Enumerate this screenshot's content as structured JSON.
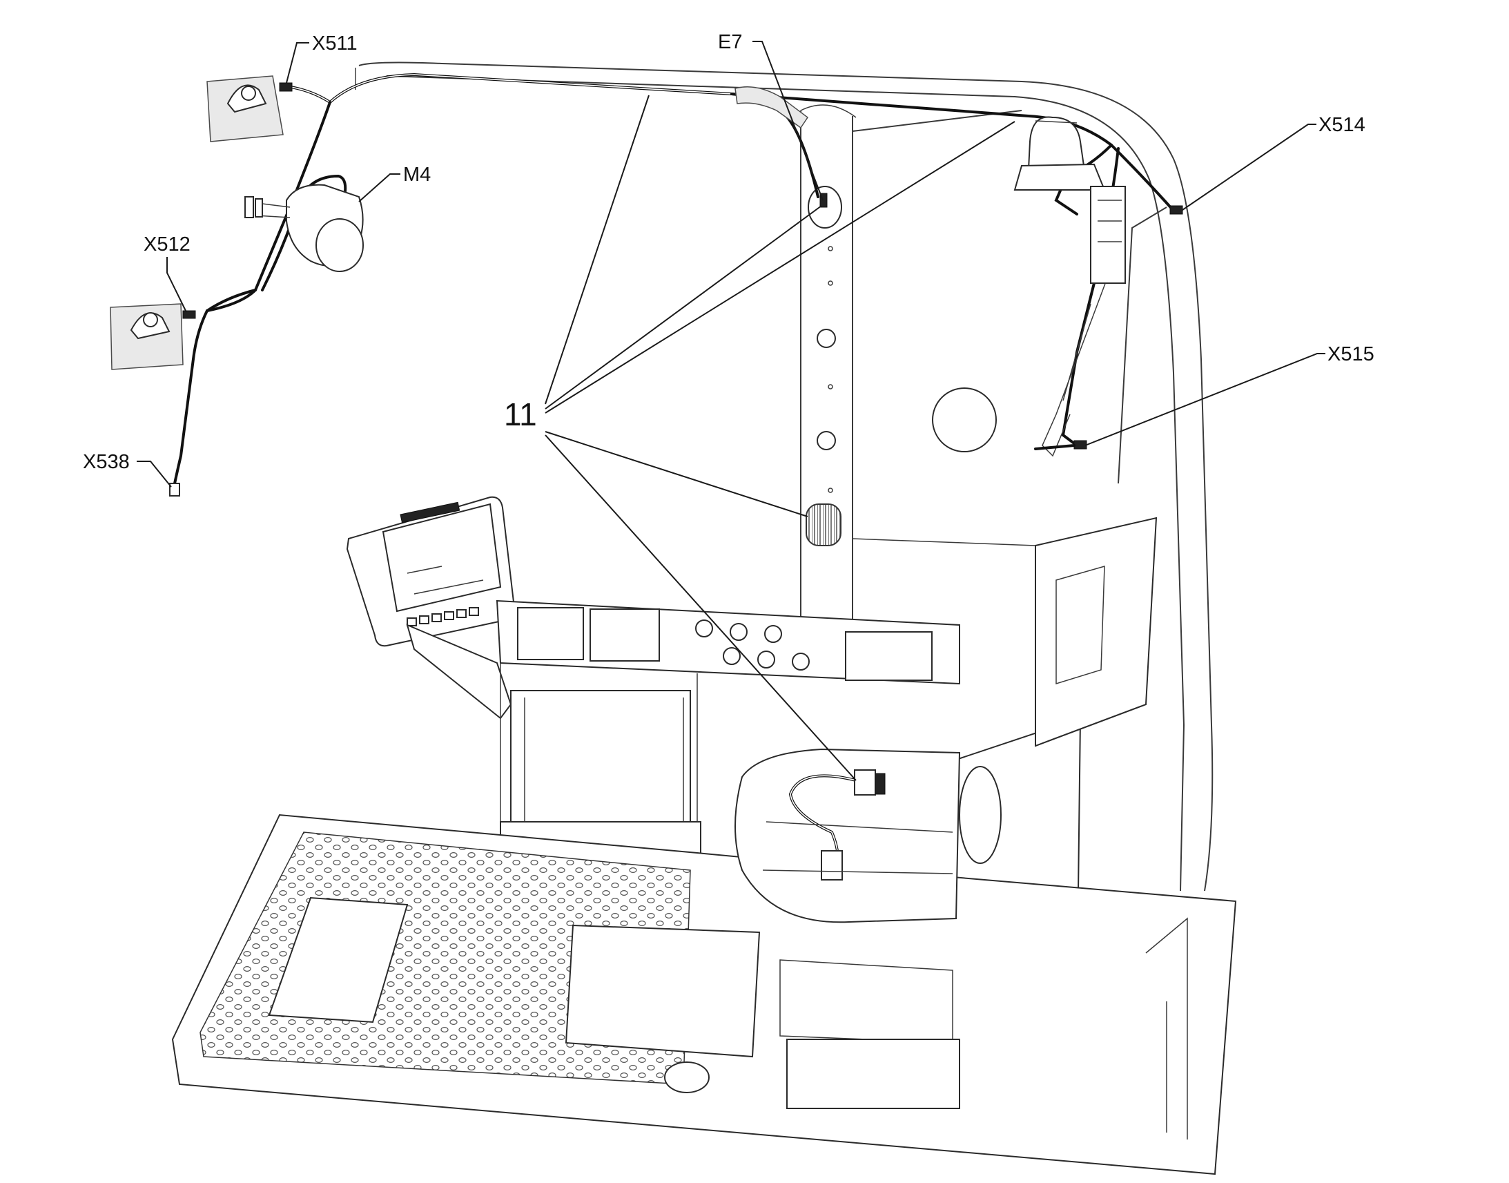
{
  "callouts": {
    "x511": "X511",
    "e7": "E7",
    "m4": "M4",
    "x514": "X514",
    "x512": "X512",
    "x515": "X515",
    "n11": "11",
    "x538": "X538"
  },
  "colors": {
    "line": "#1a1a1a",
    "background": "#ffffff",
    "fill_grey": "#e9e9e9"
  },
  "icons": [
    "speaker-icon",
    "motor-icon",
    "beacon-icon",
    "display-icon",
    "connector-icon"
  ]
}
